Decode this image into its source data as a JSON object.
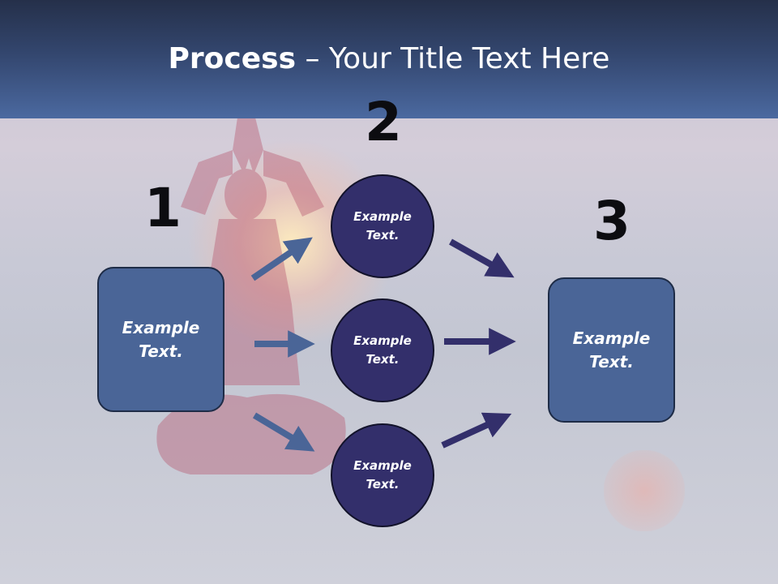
{
  "title": {
    "bold": "Process",
    "rest": " – Your Title Text Here"
  },
  "steps": [
    {
      "number": "1",
      "text": "Example\nText."
    },
    {
      "number": "2",
      "texts": [
        "Example\nText.",
        "Example\nText.",
        "Example\nText."
      ]
    },
    {
      "number": "3",
      "text": "Example\nText."
    }
  ],
  "colors": {
    "box": "#4a6597",
    "circle": "#332f6b",
    "arrow_light": "#4a6597",
    "arrow_dark": "#332f6b"
  }
}
